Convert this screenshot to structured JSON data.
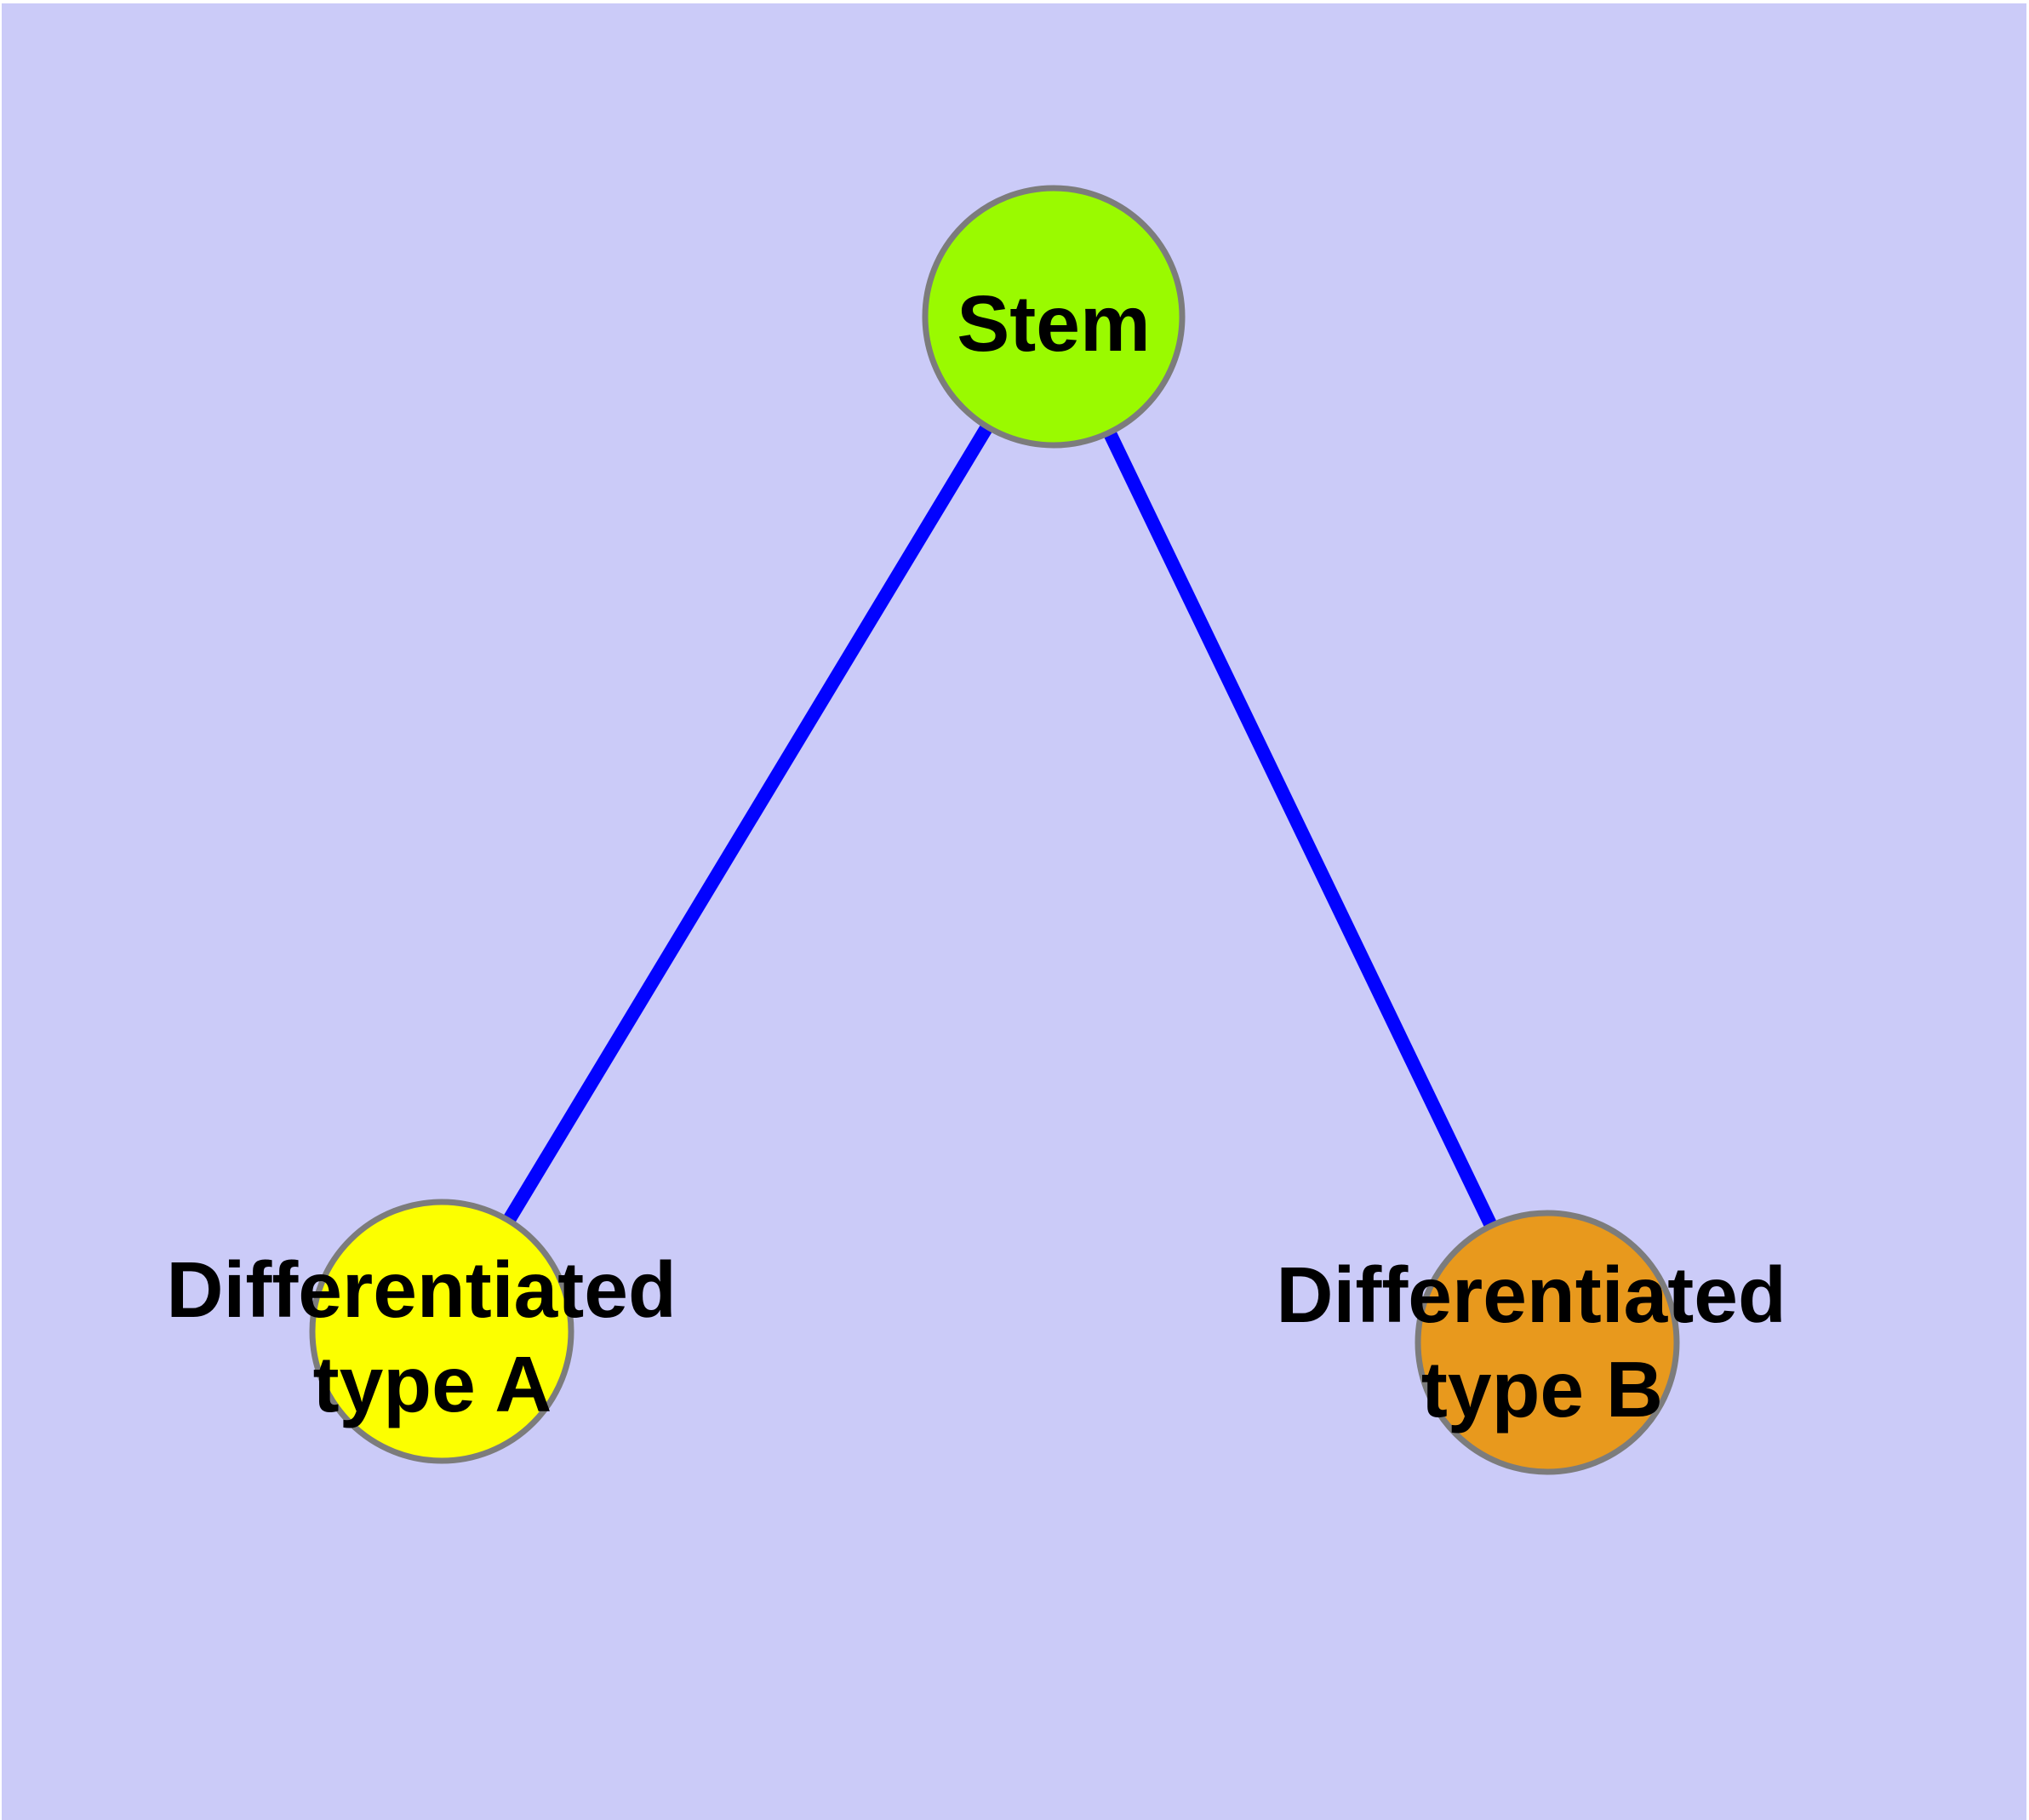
{
  "diagram": {
    "background_color": "#CBCBF8",
    "frame_color": "#FFFFFF",
    "edge_color": "#0202FF",
    "node_border_color": "#7C7C7C",
    "label_color": "#000000",
    "nodes": [
      {
        "id": "stem",
        "label": "Stem",
        "line1": "Stem",
        "fill": "#9AFA00"
      },
      {
        "id": "differentiated-type-a",
        "label": "Differentiated type A",
        "line1": "Differentiated",
        "line2": "type A",
        "fill": "#FCFF00"
      },
      {
        "id": "differentiated-type-b",
        "label": "Differentiated type B",
        "line1": "Differentiated",
        "line2": "type B",
        "fill": "#E8991D"
      }
    ],
    "edges": [
      {
        "from": "stem",
        "to": "differentiated-type-a"
      },
      {
        "from": "stem",
        "to": "differentiated-type-b"
      }
    ]
  }
}
